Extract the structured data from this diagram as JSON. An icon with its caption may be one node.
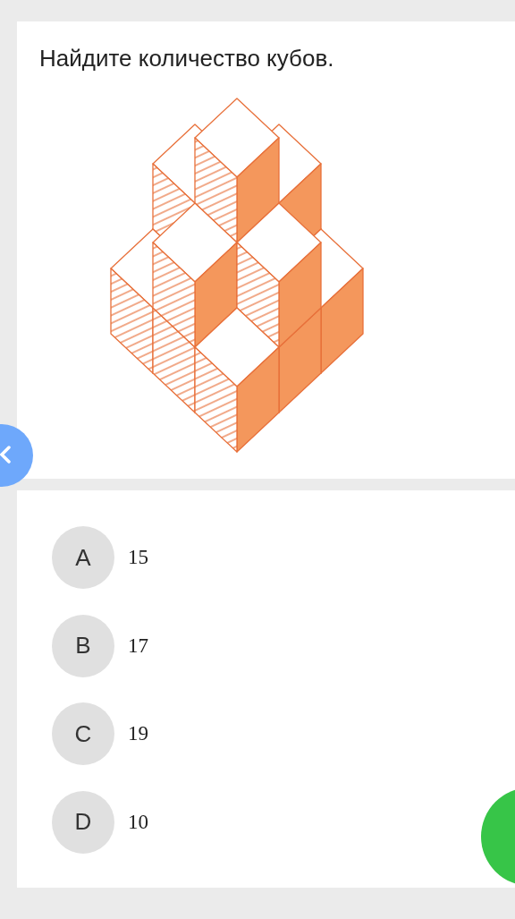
{
  "diagram": {
    "title": "Найдите количество кубов.",
    "nodes": [
      {
        "text": [
          "A"
        ],
        "beside": [
          "15"
        ]
      },
      {
        "text": [
          "B"
        ],
        "beside": [
          "17"
        ]
      },
      {
        "text": [
          "C"
        ],
        "beside": [
          "19"
        ]
      },
      {
        "text": [
          "D"
        ],
        "beside": [
          "10"
        ]
      }
    ]
  }
}
